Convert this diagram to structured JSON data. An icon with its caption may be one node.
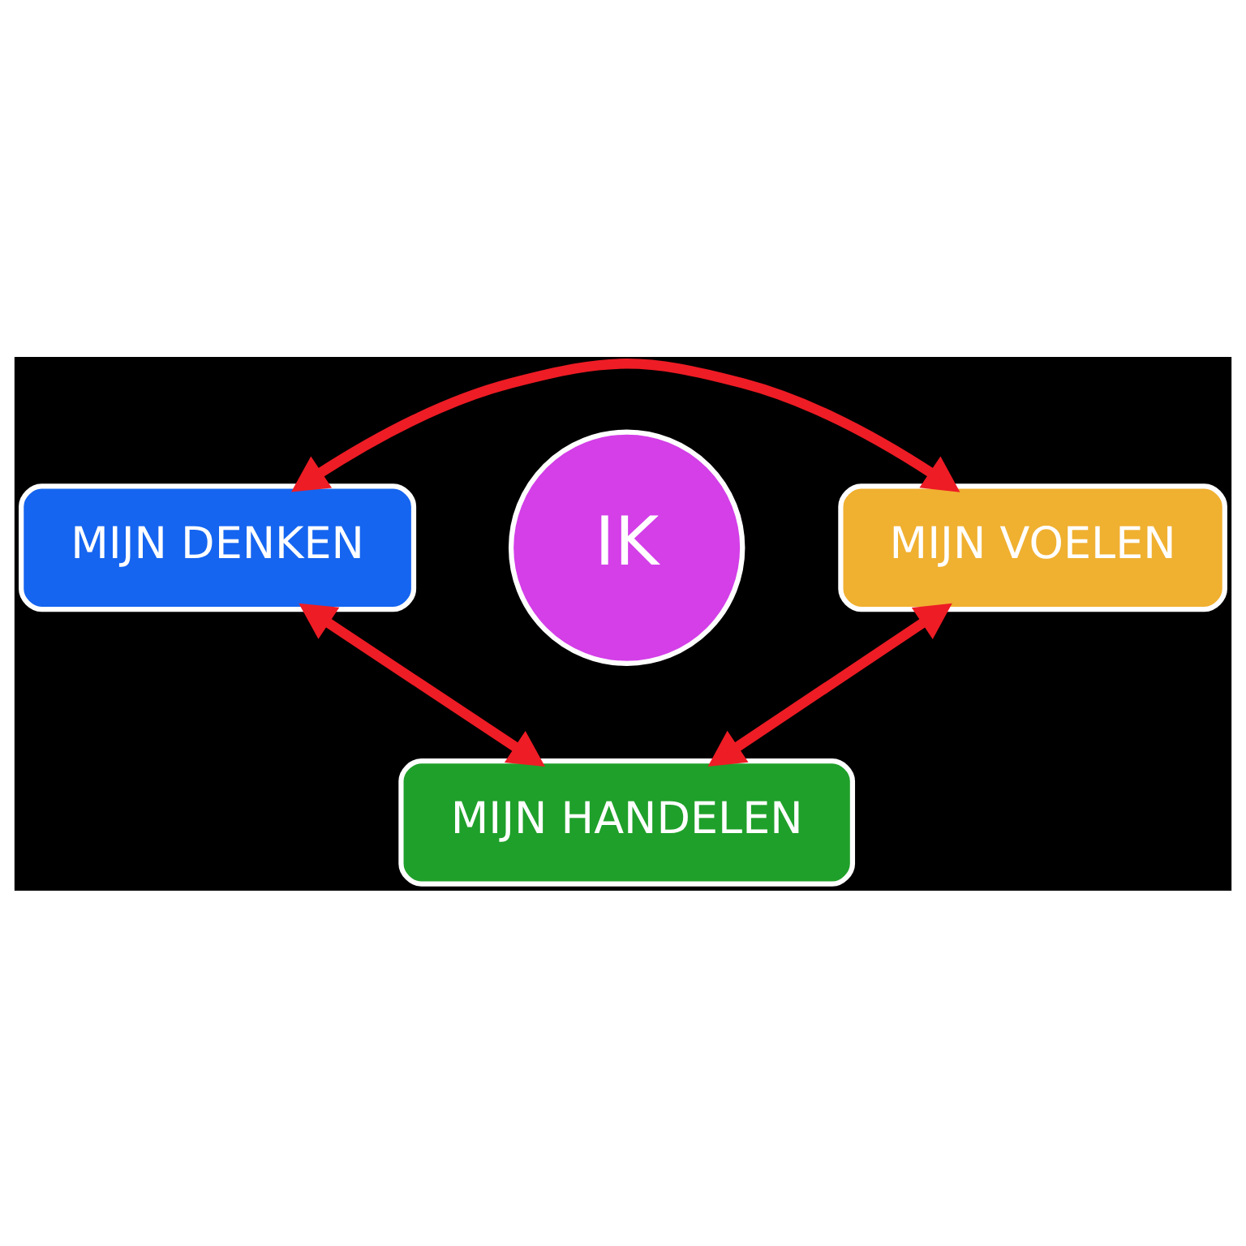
{
  "diagram": {
    "nodes": [
      {
        "text": [
          "MIJN DENKEN"
        ]
      },
      {
        "text": [
          "MIJN VOELEN"
        ]
      },
      {
        "text": [
          "MIJN HANDELEN"
        ]
      },
      {
        "text": [
          "IK"
        ]
      }
    ],
    "edges": [
      {
        "from": 0,
        "to": 1,
        "arrow": "both"
      },
      {
        "from": 0,
        "to": 2,
        "arrow": "both"
      },
      {
        "from": 1,
        "to": 2,
        "arrow": "both"
      }
    ]
  }
}
